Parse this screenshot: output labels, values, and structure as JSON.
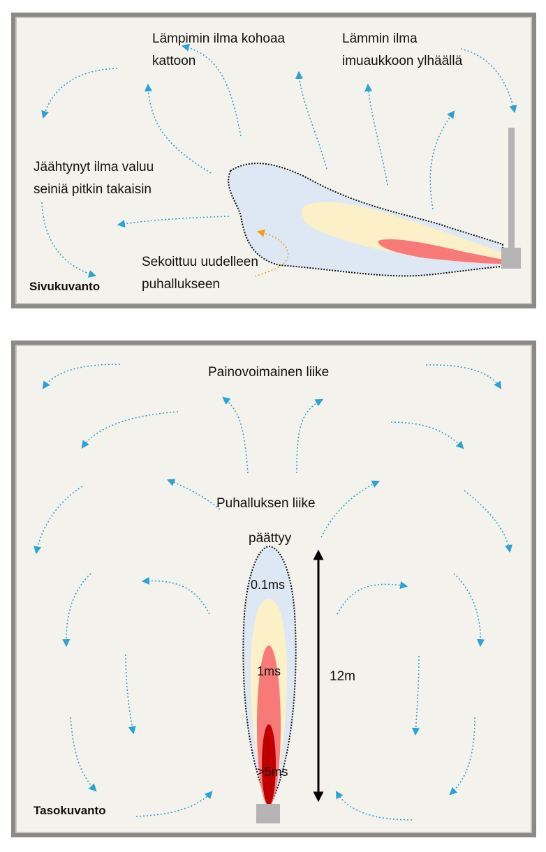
{
  "side_view": {
    "title": "Sivukuvanto",
    "label_warm_rises": "Lämpimin ilma kohoaa\nkattoon",
    "label_warm_intake": "Lämmin ilma\nimuaukkoon ylhäällä",
    "label_cooled_returns": "Jäähtynyt ilma valuu\nseiniä pitkin takaisin",
    "label_remixes": "Sekoittuu uudelleen\npuhallukseen"
  },
  "plan_view": {
    "title": "Tasokuvanto",
    "label_buoyant": "Painovoimainen liike",
    "label_jet_motion": "Puhalluksen liike",
    "label_ends": "päättyy",
    "zone_outer": "0.1ms",
    "zone_middle": "1ms",
    "zone_inner": ">5ms",
    "length": "12m"
  },
  "colors": {
    "arrow_blue": "#29a3d6",
    "arrow_orange": "#f0a020",
    "zone_blue": "#dde8f4",
    "zone_yellow": "#fbf0c8",
    "zone_red": "#f77a78",
    "zone_darkred": "#c00000",
    "nozzle_grey": "#b4b4b4",
    "panel_border": "#8c8a86"
  }
}
